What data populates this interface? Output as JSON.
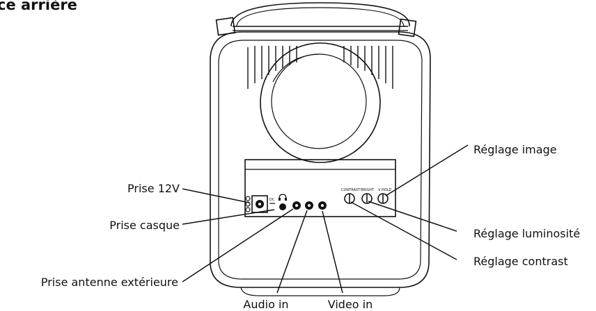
{
  "title": "ce arrière",
  "labels": {
    "prise_12v": "Prise 12V",
    "prise_casque": "Prise casque",
    "prise_antenne": "Prise antenne extérieure",
    "audio_in": "Audio in",
    "video_in": "Video in",
    "reglage_image": "Réglage image",
    "reglage_luminosite": "Réglage luminosité",
    "reglage_contrast": "Réglage contrast"
  },
  "panel_markings": {
    "dc": "DC",
    "contrast": "CONTRAST",
    "bright": "BRIGHT",
    "v_hold": "V HOLD"
  },
  "colors": {
    "ink": "#111111",
    "paper": "#ffffff"
  }
}
